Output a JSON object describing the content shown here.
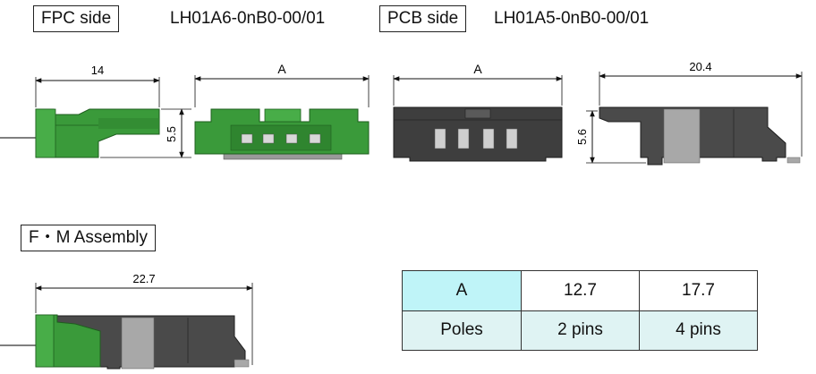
{
  "labels": {
    "fpc_side": "FPC side",
    "fpc_part": "LH01A6-0nB0-00/01",
    "pcb_side": "PCB side",
    "pcb_part": "LH01A5-0nB0-00/01",
    "assembly": "F・M Assembly"
  },
  "dimensions": {
    "fpc_length": "14",
    "fpc_height": "5.5",
    "fpc_front_width": "A",
    "pcb_front_width": "A",
    "pcb_length": "20.4",
    "pcb_height": "5.6",
    "assembly_length": "22.7"
  },
  "table": {
    "header": "A",
    "poles_label": "Poles",
    "columns": [
      {
        "a": "12.7",
        "poles": "2 pins"
      },
      {
        "a": "17.7",
        "poles": "4 pins"
      }
    ]
  },
  "colors": {
    "green": "#3a9a3a",
    "dark_gray": "#4a4a4a",
    "light_gray": "#a8a8a8",
    "table_header": "#dff3f3"
  }
}
